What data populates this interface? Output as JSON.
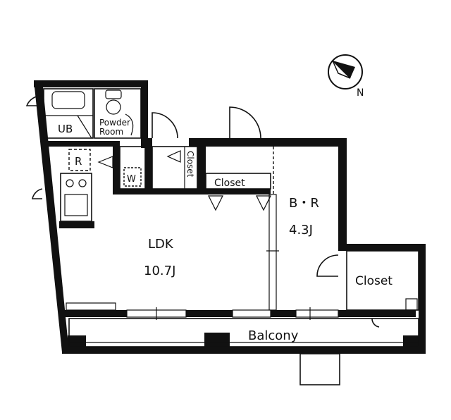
{
  "labels": {
    "ub": "UB",
    "powder_room_line1": "Powder",
    "powder_room_line2": "Room",
    "refrigerator": "R",
    "washer": "W",
    "closet_vertical": "Closet",
    "closet_top": "Closet",
    "closet_right": "Closet",
    "ldk_name": "LDK",
    "ldk_size": "10.7J",
    "bedroom_name": "B・R",
    "bedroom_size": "4.3J",
    "balcony": "Balcony",
    "north": "N"
  }
}
